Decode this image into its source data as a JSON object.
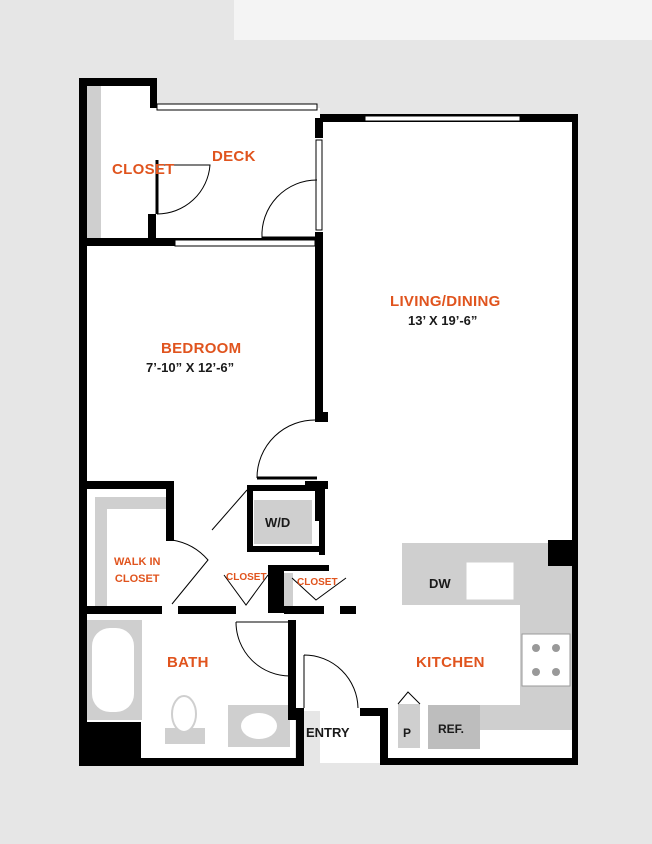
{
  "rooms": {
    "closet_top": "CLOSET",
    "deck": "DECK",
    "living": "LIVING/DINING",
    "living_dim": "13’ X 19’-6”",
    "bedroom": "BEDROOM",
    "bedroom_dim": "7’-10” X 12’-6”",
    "walkin_line1": "WALK IN",
    "walkin_line2": "CLOSET",
    "closet_small_a": "CLOSET",
    "closet_small_b": "CLOSET",
    "bath": "BATH",
    "kitchen": "KITCHEN",
    "entry": "ENTRY"
  },
  "fixtures": {
    "washer_dryer": "W/D",
    "dishwasher": "DW",
    "pantry": "P",
    "refrigerator": "REF."
  },
  "colors": {
    "wall": "#000000",
    "floor": "#ffffff",
    "background": "#e6e6e6",
    "fixture": "#cfcfcf",
    "label_accent": "#e0541e"
  }
}
